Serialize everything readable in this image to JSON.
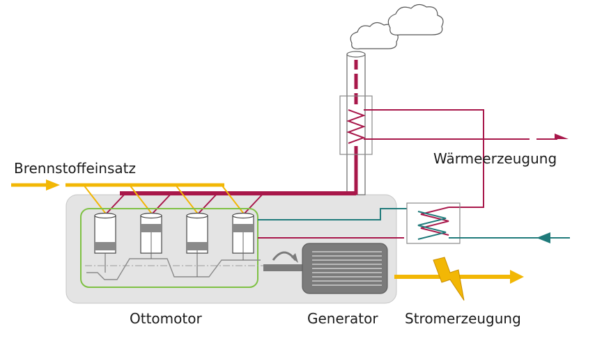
{
  "labels": {
    "fuel_input": "Brennstoffeinsatz",
    "heat_generation": "Wärmeerzeugung",
    "engine": "Ottomotor",
    "generator": "Generator",
    "power_generation": "Stromerzeugung"
  },
  "colors": {
    "fuel": "#f2b705",
    "exhaust_heat": "#a8174a",
    "return_water": "#1f7a7a",
    "engine_frame": "#7ec143",
    "housing": "#e4e4e4",
    "generator_body": "#7b7b7b"
  },
  "icons": [
    "cloud-icon",
    "chimney-icon",
    "heat-exchanger-icon",
    "cylinder-icon",
    "crankshaft-icon",
    "rotation-arrow-icon",
    "lightning-icon",
    "arrow-right-icon",
    "arrow-left-icon"
  ]
}
